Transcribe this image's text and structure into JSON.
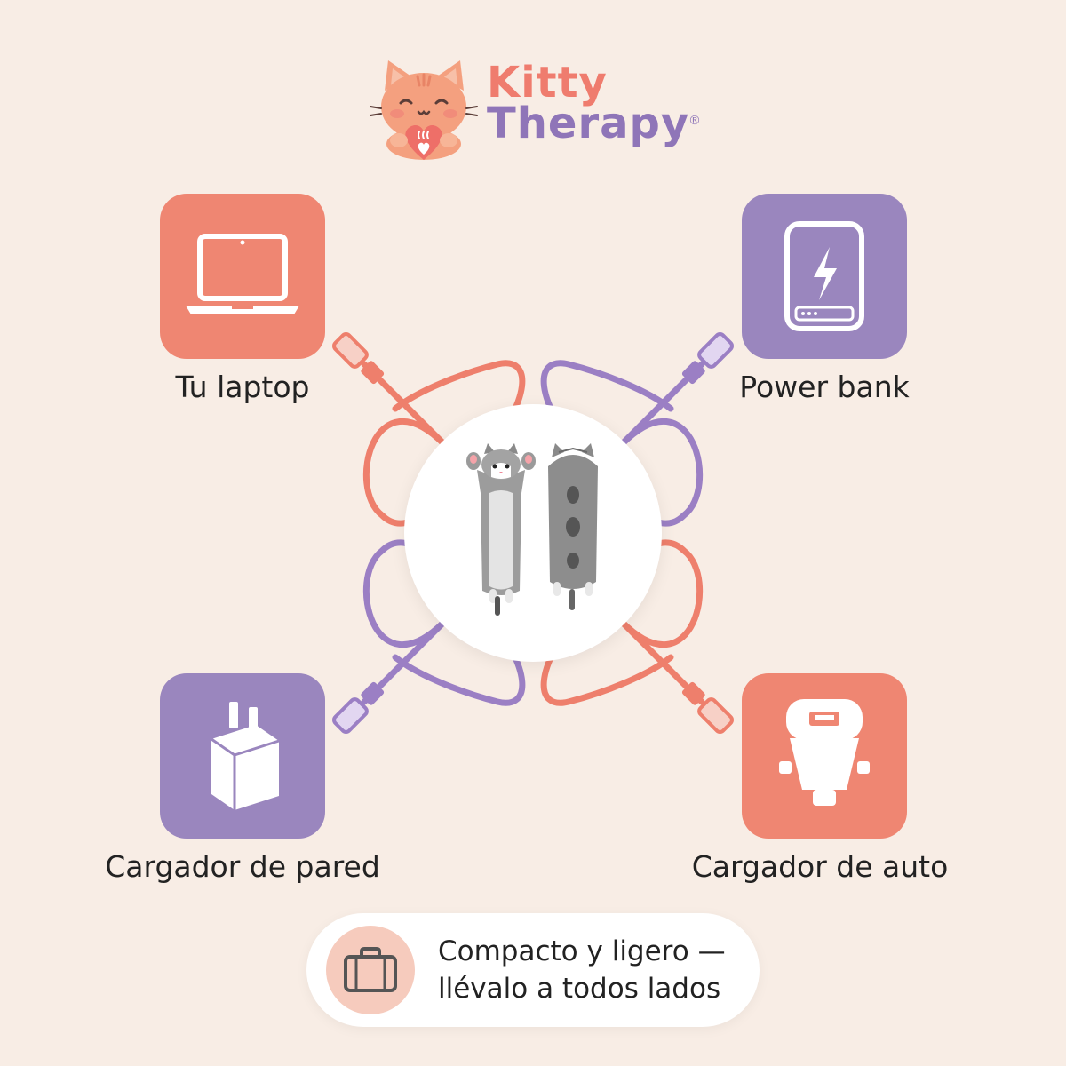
{
  "brand": {
    "line1": "Kitty",
    "line2": "Therapy",
    "registered": "®"
  },
  "devices": [
    {
      "label": "Tu laptop",
      "icon": "laptop-icon",
      "color": "#ef8672"
    },
    {
      "label": "Power bank",
      "icon": "power-bank-icon",
      "color": "#9a86be"
    },
    {
      "label": "Cargador de pared",
      "icon": "wall-charger-icon",
      "color": "#9a86be"
    },
    {
      "label": "Cargador de auto",
      "icon": "car-charger-icon",
      "color": "#ef8672"
    }
  ],
  "center": {
    "image": "cat-plush-cable-image"
  },
  "footer": {
    "line1": "Compacto y ligero —",
    "line2": "llévalo a todos lados",
    "icon": "suitcase-icon"
  },
  "colors": {
    "background": "#f8ede5",
    "coral": "#ef8672",
    "purple": "#9a86be",
    "cable_coral": "#ee7f6c",
    "cable_purple": "#9b7fc4"
  }
}
